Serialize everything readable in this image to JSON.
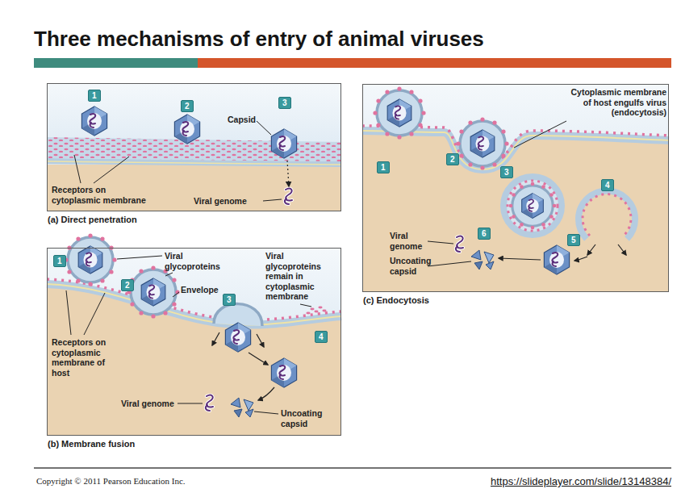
{
  "diagram": {
    "title": "Three mechanisms of entry of animal viruses",
    "nodes": [
      {
        "text": [
          "(a) Direct penetration"
        ]
      },
      {
        "text": [
          "1"
        ],
        "in": 0
      },
      {
        "text": [
          "2"
        ],
        "in": 0
      },
      {
        "text": [
          "3"
        ],
        "in": 0
      },
      {
        "text": [
          "(b) Membrane fusion"
        ]
      },
      {
        "text": [
          "1"
        ],
        "in": 4
      },
      {
        "text": [
          "2"
        ],
        "in": 4
      },
      {
        "text": [
          "3"
        ],
        "in": 4
      },
      {
        "text": [
          "4"
        ],
        "in": 4
      },
      {
        "text": [
          "(c) Endocytosis"
        ]
      },
      {
        "text": [
          "1"
        ],
        "in": 9
      },
      {
        "text": [
          "2"
        ],
        "in": 9
      },
      {
        "text": [
          "3"
        ],
        "in": 9
      },
      {
        "text": [
          "4"
        ],
        "in": 9
      },
      {
        "text": [
          "5"
        ],
        "in": 9
      },
      {
        "text": [
          "6"
        ],
        "in": 9
      }
    ],
    "labels": [
      "Capsid",
      "Receptors on cytoplasmic membrane",
      "Viral genome",
      "Viral glycoproteins",
      "Envelope",
      "Viral glycoproteins remain in cytoplasmic membrane",
      "Receptors on cytoplasmic membrane of host",
      "Viral genome",
      "Uncoating capsid",
      "Cytoplasmic membrane of host engulfs virus (endocytosis)",
      "Viral genome",
      "Uncoating capsid",
      "Copyright © 2011 Pearson Education Inc.",
      "https://slideplayer.com/slide/13148384/"
    ]
  }
}
